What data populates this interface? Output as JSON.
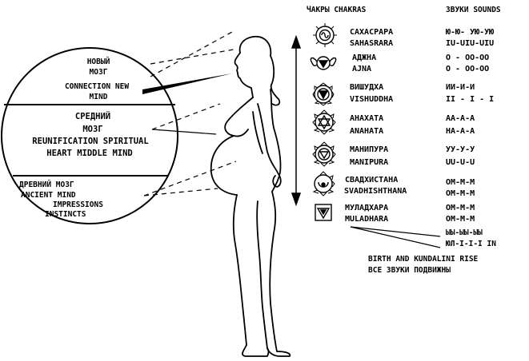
{
  "header": {
    "chakras_label": "ЧАКРЫ  CHAKRAS",
    "sounds_label": "ЗВУКИ SOUNDS"
  },
  "brain": {
    "new": {
      "ru": "НОВЫЙ",
      "ru2": "МОЗГ",
      "en": "CONNECTION NEW",
      "en2": "MIND"
    },
    "middle": {
      "ru": "СРЕДНИЙ",
      "ru2": "МОЗГ",
      "en": "REUNIFICATION SPIRITUAL",
      "en2": "HEART MIDDLE MIND"
    },
    "ancient": {
      "ru": "ДРЕВНИЙ МОЗГ",
      "en": "ANCIENT MIND",
      "en2": "IMPRESSIONS",
      "en3": "INSTINCTS"
    }
  },
  "chakras": [
    {
      "ru": "САХАСРАРА",
      "en": "SAHASRARA",
      "sound_ru": "Ю-Ю- УЮ-УЮ",
      "sound_en": "IU-UIU-UIU",
      "icon": "sahasrara-symbol"
    },
    {
      "ru": "АДЖНА",
      "en": "AJNA",
      "sound_ru": "О - ОО-ОО",
      "sound_en": "О - ОО-ОО",
      "icon": "ajna-symbol"
    },
    {
      "ru": "ВИШУДХА",
      "en": "VISHUDDHA",
      "sound_ru": "ИИ-И-И",
      "sound_en": "II - I - I",
      "icon": "vishuddha-symbol"
    },
    {
      "ru": "АНАХАТА",
      "en": "ANAHATA",
      "sound_ru": "АА-А-А",
      "sound_en": "НА-А-А",
      "icon": "anahata-symbol"
    },
    {
      "ru": "МАНИПУРА",
      "en": "MANIPURA",
      "sound_ru": "УУ-У-У",
      "sound_en": "UU-U-U",
      "icon": "manipura-symbol"
    },
    {
      "ru": "СВАДХИСТАНА",
      "en": "SVADHISHTHANA",
      "sound_ru": "ОМ-М-М",
      "sound_en": "ОМ-М-М",
      "icon": "svadhisthana-symbol"
    },
    {
      "ru": "МУЛАДХАРА",
      "en": "MULADHARA",
      "sound_ru": "ОМ-М-М",
      "sound_en": "ОМ-М-М",
      "icon": "muladhara-symbol"
    }
  ],
  "birth": {
    "sound_ru": "ЫЫ-ЫЫ-ЫЫ",
    "sound_en": "ЮЛ-I-I-I IN",
    "caption_en": "BIRTH AND KUNDALINI RISE",
    "caption_ru": "ВСЕ ЗВУКИ ПОДВИЖНЫ"
  },
  "colors": {
    "ink": "#000000",
    "paper": "#ffffff"
  }
}
